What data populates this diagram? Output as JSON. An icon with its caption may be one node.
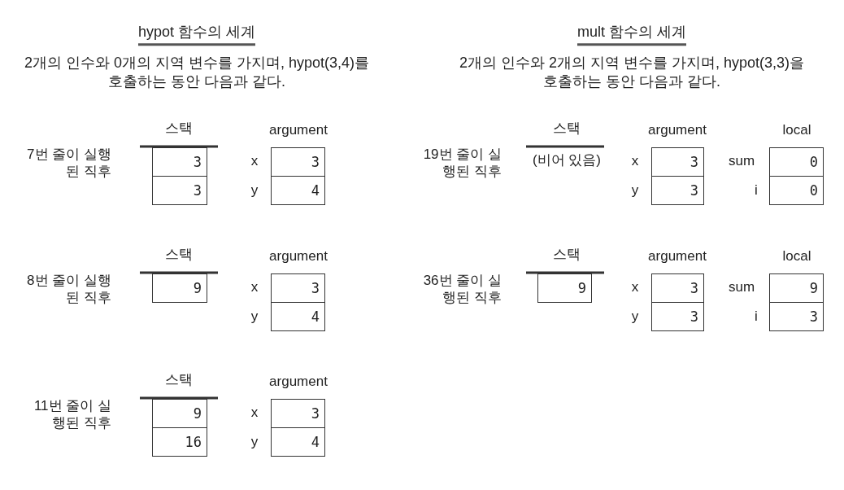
{
  "diagram": {
    "nodes": [
      {
        "text": [
          "3"
        ]
      },
      {
        "text": [
          "3"
        ]
      },
      {
        "text": [
          "3"
        ]
      },
      {
        "text": [
          "4"
        ]
      },
      {
        "text": [
          "3"
        ]
      },
      {
        "text": [
          "0"
        ]
      },
      {
        "text": [
          "3"
        ]
      },
      {
        "text": [
          "0"
        ]
      },
      {
        "text": [
          "9"
        ]
      },
      {
        "text": [
          "3"
        ]
      },
      {
        "text": [
          "4"
        ]
      },
      {
        "text": [
          "9"
        ]
      },
      {
        "text": [
          "3"
        ]
      },
      {
        "text": [
          "9"
        ]
      },
      {
        "text": [
          "3"
        ]
      },
      {
        "text": [
          "3"
        ]
      },
      {
        "text": [
          "9"
        ]
      },
      {
        "text": [
          "16"
        ]
      },
      {
        "text": [
          "3"
        ]
      },
      {
        "text": [
          "4"
        ]
      }
    ],
    "labels": [
      "hypot 함수의 세계",
      "2개의 인수와 0개의 지역 변수를 가지며, hypot(3,4)를 호출하는 동안 다음과 같다.",
      "mult 함수의 세계",
      "2개의 인수와 2개의 지역 변수를 가지며, hypot(3,3)을 호출하는 동안 다음과 같다.",
      "스택",
      "argument",
      "7번 줄이 실행된 직후",
      "x",
      "y",
      "스택",
      "argument",
      "local",
      "19번 줄이 실행된 직후",
      "(비어 있음)",
      "x",
      "sum",
      "y",
      "i",
      "스택",
      "argument",
      "8번 줄이 실행된 직후",
      "x",
      "y",
      "스택",
      "argument",
      "local",
      "36번 줄이 실행된 직후",
      "x",
      "sum",
      "y",
      "i",
      "스택",
      "argument",
      "11번 줄이 실행된 직후",
      "x",
      "y"
    ]
  }
}
